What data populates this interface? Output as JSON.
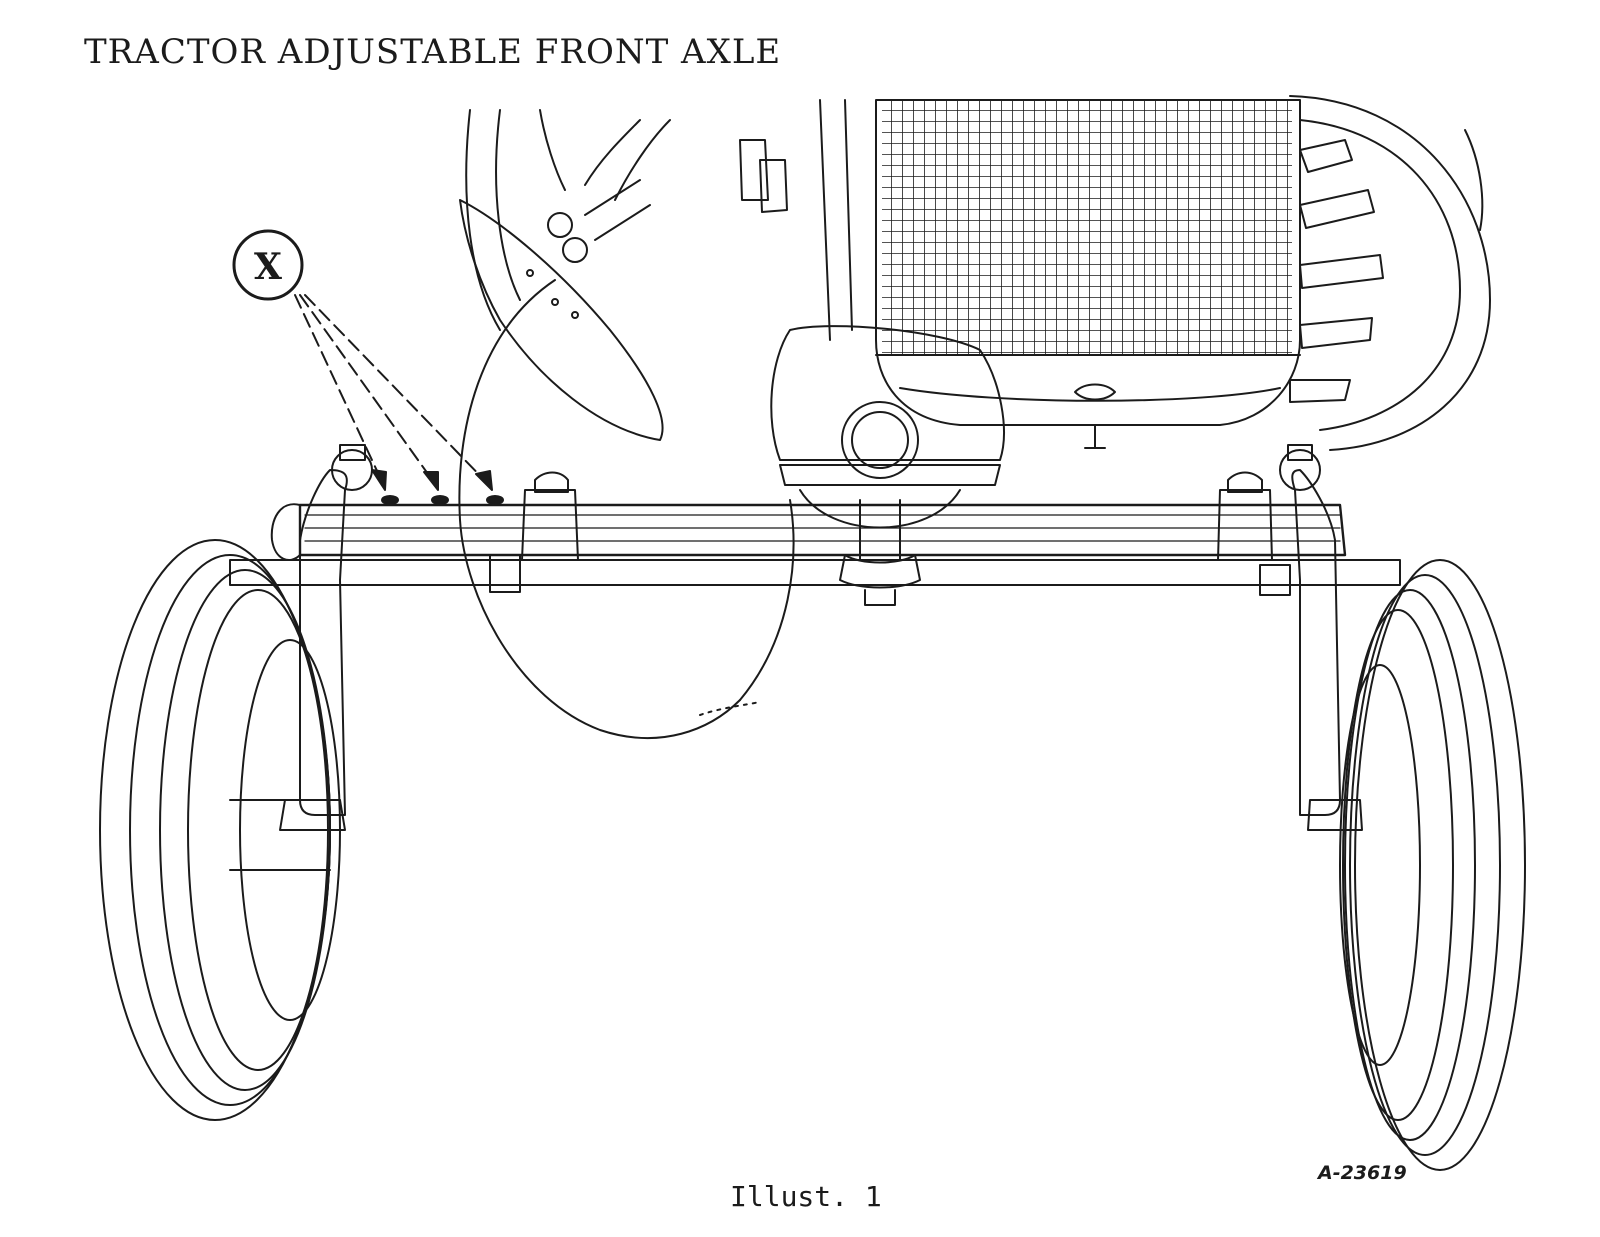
{
  "title": "TRACTOR ADJUSTABLE FRONT AXLE",
  "callout": {
    "letter": "X"
  },
  "reference_number": "A-23619",
  "caption": "Illust. 1",
  "colors": {
    "ink": "#1b1b1b",
    "paper": "#ffffff"
  }
}
